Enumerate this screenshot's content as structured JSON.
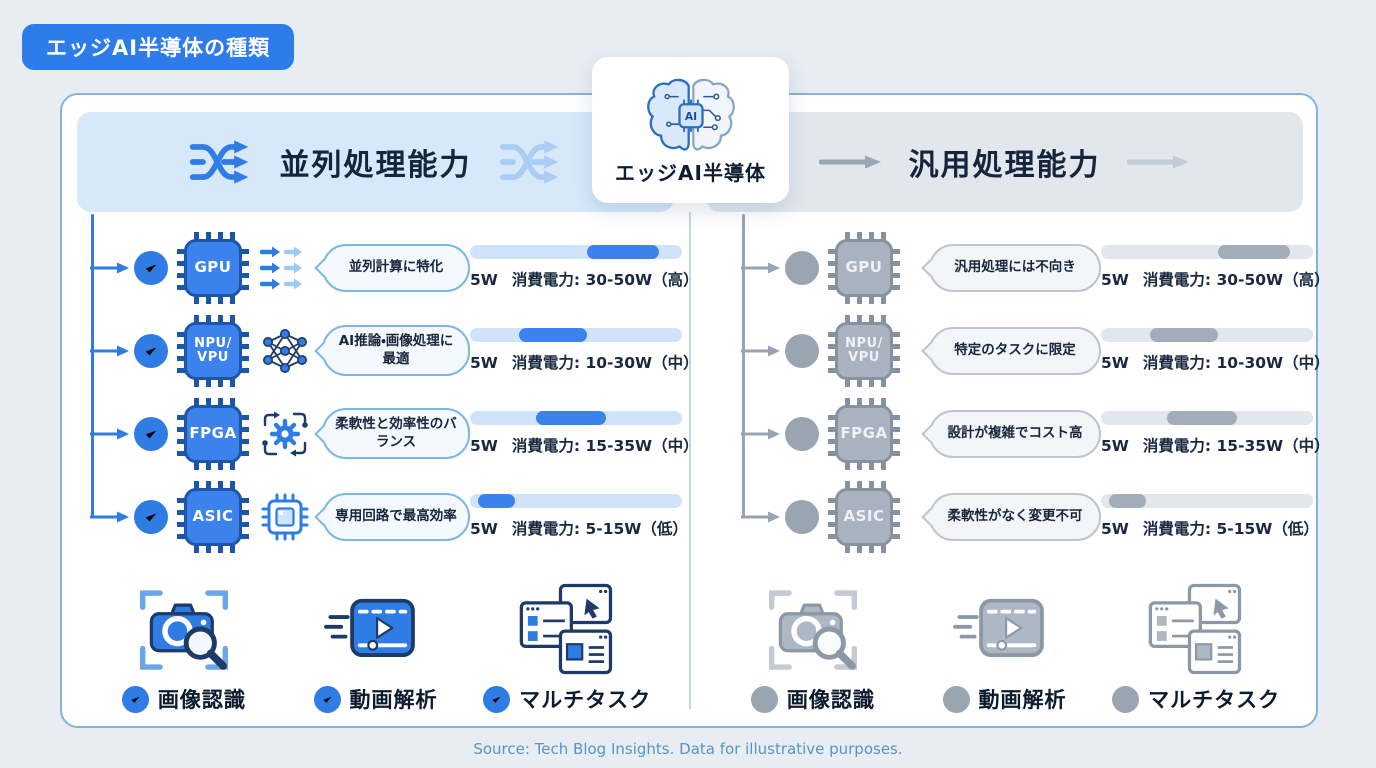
{
  "page": {
    "title_badge": "エッジAI半導体の種類",
    "source": "Source: Tech Blog Insights. Data for illustrative purposes."
  },
  "center": {
    "label": "エッジAI半導体",
    "chip_text": "AI",
    "icon": "ai-brain-icon"
  },
  "left": {
    "header": {
      "label": "並列処理能力",
      "icon": "shuffle-arrows-icon"
    },
    "status": "check",
    "rows": [
      {
        "chip_line1": "GPU",
        "chip_line2": "",
        "feature_icon": "parallel-arrows-icon",
        "bubble": "並列計算に特化",
        "power_min": "5W",
        "power_label": "消費電力: 30-50W（高）",
        "bar": {
          "start_pct": 55,
          "width_pct": 34
        }
      },
      {
        "chip_line1": "NPU/",
        "chip_line2": "VPU",
        "feature_icon": "neural-network-icon",
        "bubble": "AI推論・画像処理に最適",
        "power_min": "5W",
        "power_label": "消費電力: 10-30W（中）",
        "bar": {
          "start_pct": 23,
          "width_pct": 32
        }
      },
      {
        "chip_line1": "FPGA",
        "chip_line2": "",
        "feature_icon": "gear-sync-icon",
        "bubble": "柔軟性と効率性のバランス",
        "power_min": "5W",
        "power_label": "消費電力: 15-35W（中）",
        "bar": {
          "start_pct": 31,
          "width_pct": 33
        }
      },
      {
        "chip_line1": "ASIC",
        "chip_line2": "",
        "feature_icon": "mini-chip-icon",
        "bubble": "専用回路で最高効率",
        "power_min": "5W",
        "power_label": "消費電力: 5-15W（低）",
        "bar": {
          "start_pct": 4,
          "width_pct": 17
        }
      }
    ],
    "capabilities": [
      {
        "icon": "camera-search-icon",
        "label": "画像認識"
      },
      {
        "icon": "video-play-icon",
        "label": "動画解析"
      },
      {
        "icon": "multi-window-icon",
        "label": "マルチタスク"
      }
    ]
  },
  "right": {
    "header": {
      "label": "汎用処理能力",
      "icon": "long-arrow-icon"
    },
    "status": "cross",
    "rows": [
      {
        "chip_line1": "GPU",
        "chip_line2": "",
        "bubble": "汎用処理には不向き",
        "power_min": "5W",
        "power_label": "消費電力: 30-50W（高）",
        "bar": {
          "start_pct": 55,
          "width_pct": 34
        }
      },
      {
        "chip_line1": "NPU/",
        "chip_line2": "VPU",
        "bubble": "特定のタスクに限定",
        "power_min": "5W",
        "power_label": "消費電力: 10-30W（中）",
        "bar": {
          "start_pct": 23,
          "width_pct": 32
        }
      },
      {
        "chip_line1": "FPGA",
        "chip_line2": "",
        "bubble": "設計が複雑でコスト高",
        "power_min": "5W",
        "power_label": "消費電力: 15-35W（中）",
        "bar": {
          "start_pct": 31,
          "width_pct": 33
        }
      },
      {
        "chip_line1": "ASIC",
        "chip_line2": "",
        "bubble": "柔軟性がなく変更不可",
        "power_min": "5W",
        "power_label": "消費電力: 5-15W（低）",
        "bar": {
          "start_pct": 4,
          "width_pct": 17
        }
      }
    ],
    "capabilities": [
      {
        "icon": "camera-search-icon",
        "label": "画像認識"
      },
      {
        "icon": "video-play-icon",
        "label": "動画解析"
      },
      {
        "icon": "multi-window-icon",
        "label": "マルチタスク"
      }
    ]
  }
}
